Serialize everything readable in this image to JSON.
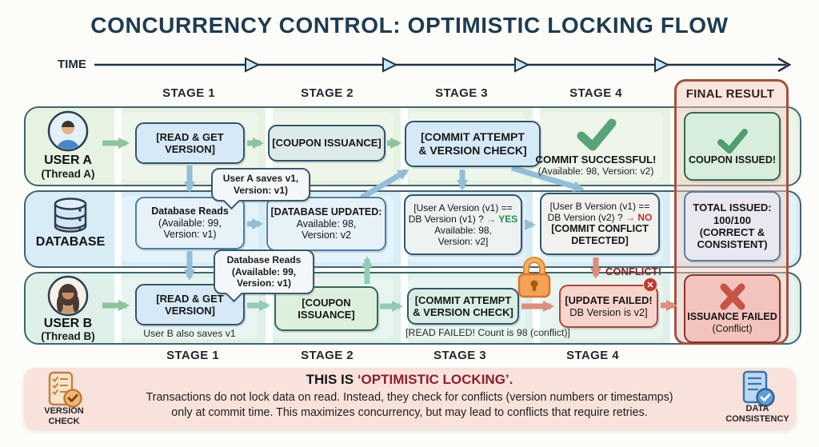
{
  "title": "CONCURRENCY CONTROL: OPTIMISTIC LOCKING FLOW",
  "timeline": {
    "label": "TIME"
  },
  "stage_headers": {
    "top": [
      "STAGE 1",
      "STAGE 2",
      "STAGE 3",
      "STAGE 4"
    ],
    "final": "FINAL RESULT",
    "bottom": [
      "STAGE 1",
      "STAGE 2",
      "STAGE 3",
      "STAGE 4"
    ]
  },
  "lane_user_a": {
    "name": "USER A",
    "thread": "(Thread A)",
    "read_box": [
      "[READ & GET",
      "VERSION]"
    ],
    "coupon_box": "[COUPON ISSUANCE]",
    "commit_box": [
      "[COMMIT ATTEMPT",
      "& VERSION CHECK]"
    ],
    "bubble": [
      "User A saves v1,",
      "Version: v1)"
    ],
    "stage4_title": "COMMIT SUCCESSFUL!",
    "stage4_sub": "(Available: 98, Version: v2)",
    "final_box": "COUPON ISSUED!"
  },
  "lane_database": {
    "name": "DATABASE",
    "reads_box": [
      "Database Reads",
      "(Available: 99,",
      "Version: v1)"
    ],
    "updated_box": [
      "[DATABASE UPDATED:",
      "Available: 98,",
      "Version: v2"
    ],
    "bubble": [
      "Database Reads",
      "(Available: 99,",
      "Version: v1)"
    ],
    "check_a_box": {
      "l1": "[User A Version (v1) ==",
      "l2_pre": "DB Version (v1) ? ",
      "l2_result": "→ YES",
      "l3": "Available: 98,",
      "l4": "Version: v2]"
    },
    "check_b_box": {
      "l1": "[User B Version (v1) ==",
      "l2_pre": "DB Version (v2) ? ",
      "l2_result": "→ NO",
      "l3": "[COMMIT CONFLICT",
      "l4": "DETECTED]"
    },
    "final_box": [
      "TOTAL ISSUED:",
      "100/100",
      "(CORRECT &",
      "CONSISTENT)"
    ]
  },
  "lane_user_b": {
    "name": "USER B",
    "thread": "(Thread B)",
    "read_box": [
      "[READ & GET",
      "VERSION]"
    ],
    "read_caption": "User B also saves v1",
    "coupon_box": [
      "[COUPON",
      "ISSUANCE]"
    ],
    "commit_box": [
      "[COMMIT ATTEMPT",
      "& VERSION CHECK]"
    ],
    "commit_caption": "[READ FAILED! Count is 98 (conflict)]",
    "update_failed_box": [
      "[UPDATE FAILED!",
      "DB Version is v2]"
    ],
    "final_box": [
      "ISSUANCE FAILED",
      "(Conflict)"
    ]
  },
  "conflict_label": "CONFLICT!",
  "footer": {
    "heading_prefix": "THIS IS ",
    "heading_highlight": "‘OPTIMISTIC LOCKING’.",
    "body_line1": "Transactions do not lock data on read. Instead, they check for conflicts (version numbers or timestamps)",
    "body_line2": "only at commit time. This maximizes concurrency, but may lead to conflicts that require retries.",
    "left_badge": [
      "VERSION",
      "CHECK"
    ],
    "right_badge": [
      "DATA",
      "CONSISTENCY"
    ]
  },
  "icons": {
    "badge_x": "✕"
  },
  "colors": {
    "title_navy": "#1d3c52",
    "final_border": "#a8503e",
    "conflict_red": "#8c2417",
    "yes_green": "#1f9149",
    "no_red": "#c03227",
    "heading_red": "#8c1f2e",
    "check_green": "#57a476",
    "cross_red": "#c75346",
    "lock_orange": "#f4a258",
    "arrow_green": "#8cc49b",
    "arrow_blue": "#93bdd9",
    "arrow_teal": "#93ccb4",
    "arrow_red": "#dd8e7c"
  }
}
